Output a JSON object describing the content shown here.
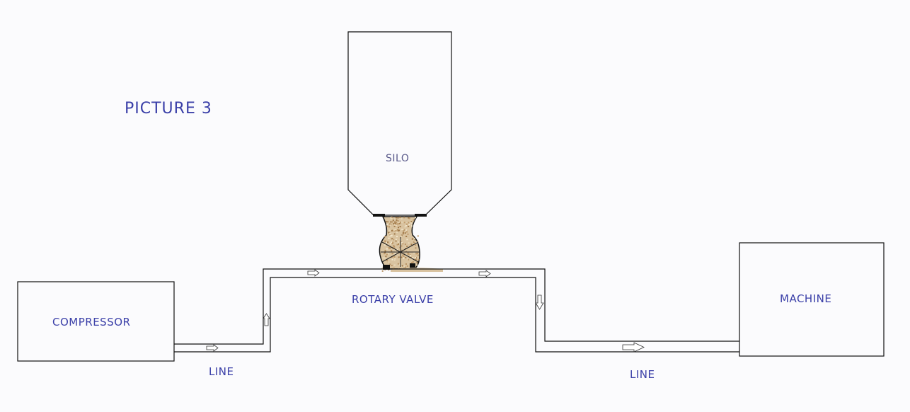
{
  "title": "PICTURE  3",
  "labels": {
    "silo": "SILO",
    "compressor": "COMPRESSOR",
    "rotary_valve": "ROTARY VALVE",
    "machine": "MACHINE",
    "line_left": "LINE",
    "line_right": "LINE"
  },
  "colors": {
    "text": "#3a3fa8",
    "stroke": "#111111",
    "material": "#c8a878",
    "background": "#fbfbfd"
  }
}
